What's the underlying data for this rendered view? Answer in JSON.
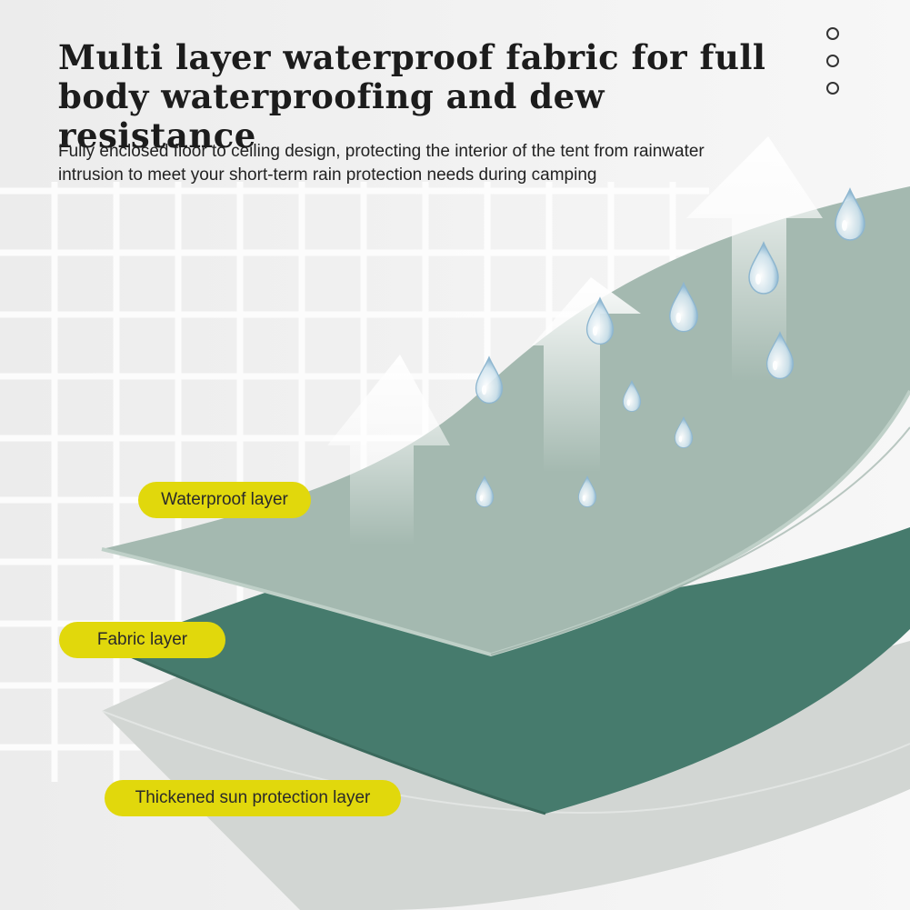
{
  "heading": {
    "line1": "Multi layer waterproof fabric for full",
    "line2": "body waterproofing and dew resistance"
  },
  "description": {
    "line1": "Fully enclosed floor to ceiling design, protecting the interior of the tent from rainwater",
    "line2": "intrusion to meet your short-term rain protection needs during camping"
  },
  "layers": {
    "waterproof": "Waterproof layer",
    "fabric": "Fabric layer",
    "sun_protection": "Thickened sun protection layer"
  },
  "colors": {
    "waterproof_layer": "#a4b9b0",
    "fabric_layer": "#467b6d",
    "sun_layer": "#d2d6d3",
    "label_pill": "#e1d80c",
    "water_drop": "#a9cbe0"
  },
  "icons": [
    "menu-dots-icon",
    "up-arrow-icon",
    "water-drop-icon"
  ]
}
